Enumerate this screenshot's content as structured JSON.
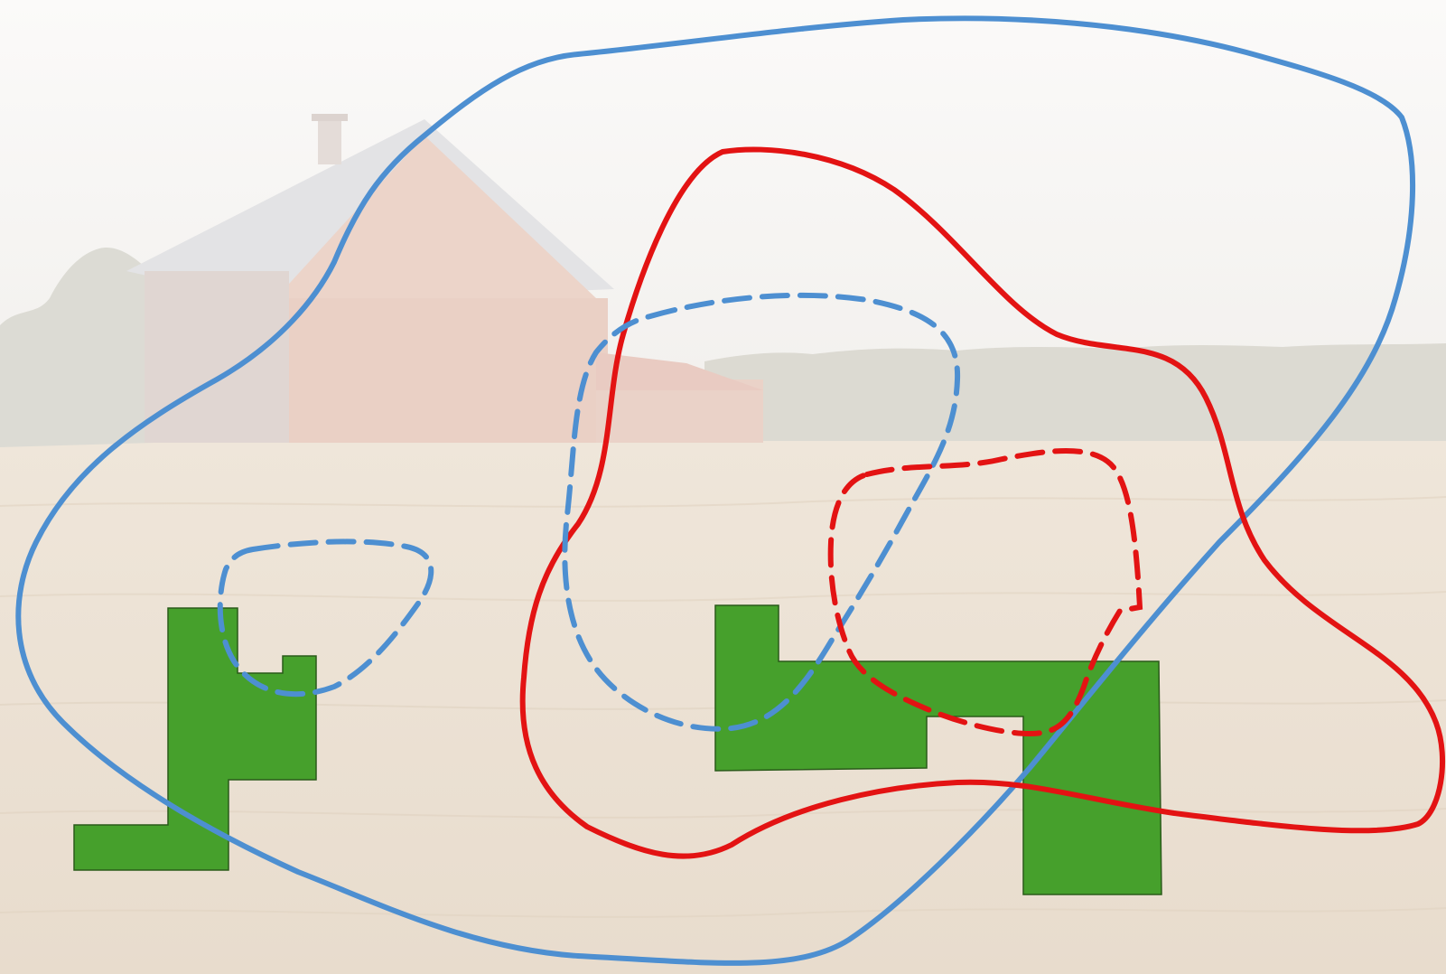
{
  "scene": {
    "background": "faded-photo-barn-and-wheat-field",
    "colors": {
      "sky": "#f6f4f2",
      "treeline": "#d9d7cf",
      "barn_wall": "#ead1c6",
      "barn_roof": "#e2e2e4",
      "field": "#efe4d7",
      "field_shadow": "#e4d7c7"
    }
  },
  "regions": [
    {
      "name": "outer-blue-boundary",
      "style": "solid",
      "color": "#4d8fd1"
    },
    {
      "name": "inner-red-boundary",
      "style": "solid",
      "color": "#e31313"
    },
    {
      "name": "central-blue-dashed-zone",
      "style": "dashed",
      "color": "#4d8fd1"
    },
    {
      "name": "left-blue-dashed-zone",
      "style": "dashed",
      "color": "#4d8fd1"
    },
    {
      "name": "red-dashed-zone",
      "style": "dashed",
      "color": "#e31313"
    }
  ],
  "shapes": [
    {
      "name": "left-green-shape",
      "color": "#46a02c",
      "stroke": "#2a5a1a"
    },
    {
      "name": "right-green-shape",
      "color": "#46a02c",
      "stroke": "#2a5a1a"
    }
  ]
}
